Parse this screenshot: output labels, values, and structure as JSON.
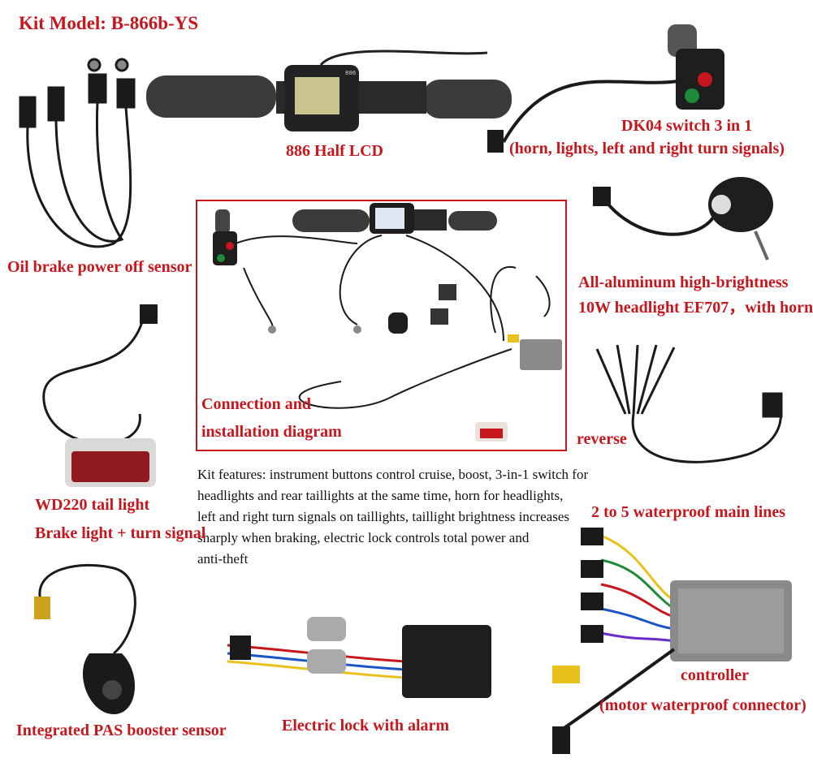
{
  "title": "Kit Model: B-866b-YS",
  "lcd_brand": "886",
  "components": {
    "lcd": "886 Half LCD",
    "switch": {
      "line1": "DK04 switch 3 in 1",
      "line2": "(horn, lights, left and right turn signals)"
    },
    "brake": "Oil brake power off sensor",
    "headlight": {
      "line1": "All-aluminum high-brightness",
      "line2": "10W headlight  EF707，with horn"
    },
    "diagram": {
      "line1": "Connection and",
      "line2": "installation diagram"
    },
    "reverse": "reverse",
    "taillight": {
      "line1": "WD220 tail light",
      "line2": "Brake light + turn signal"
    },
    "mainlines": "2 to 5 waterproof main lines",
    "pas": "Integrated PAS booster sensor",
    "lock": "Electric lock with alarm",
    "controller": {
      "line1": "controller",
      "line2": "(motor waterproof connector)"
    }
  },
  "features": [
    "Kit features: instrument buttons control cruise, boost, 3-in-1 switch for",
    "headlights and rear taillights at the same time, horn for headlights,",
    "left and right turn signals on taillights, taillight brightness increases",
    "sharply when braking, electric lock controls total power and",
    " anti-theft"
  ],
  "colors": {
    "label_red": "#c8161d",
    "text_dark": "#111111"
  }
}
